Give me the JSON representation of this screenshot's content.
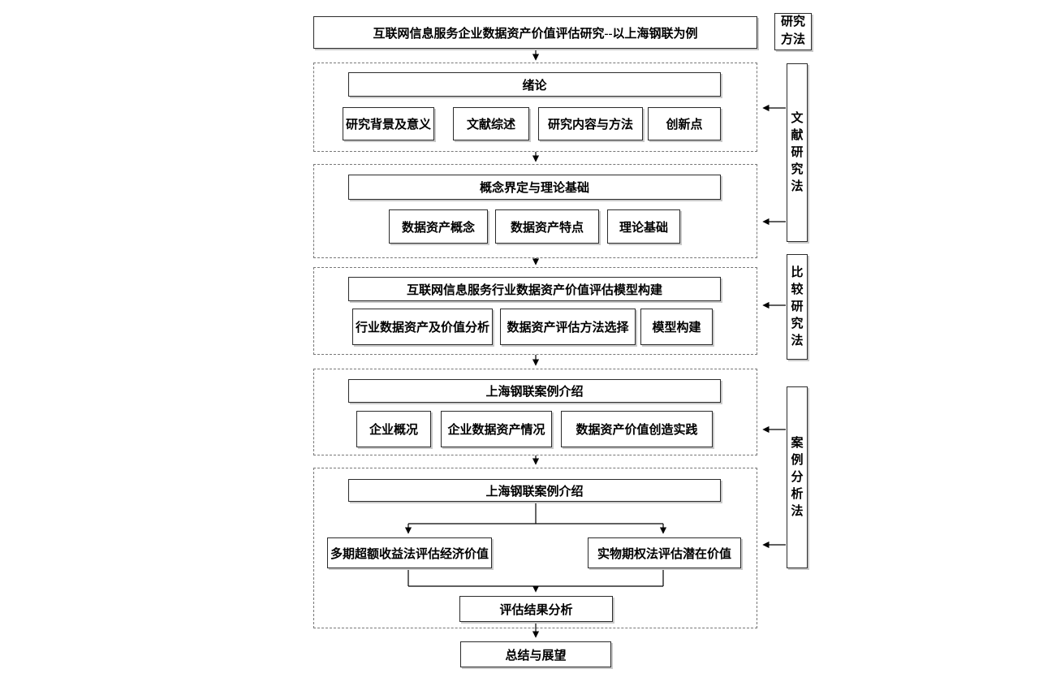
{
  "title": "互联网信息服务企业数据资产价值评估研究--以上海钢联为例",
  "legend_label": "研究方法",
  "methods": {
    "literature": "文献研究法",
    "comparative": "比较研究法",
    "case": "案例分析法"
  },
  "sections": [
    {
      "header": "绪论",
      "items": [
        "研究背景及意义",
        "文献综述",
        "研究内容与方法",
        "创新点"
      ]
    },
    {
      "header": "概念界定与理论基础",
      "items": [
        "数据资产概念",
        "数据资产特点",
        "理论基础"
      ]
    },
    {
      "header": "互联网信息服务行业数据资产价值评估模型构建",
      "items": [
        "行业数据资产及价值分析",
        "数据资产评估方法选择",
        "模型构建"
      ]
    },
    {
      "header": "上海钢联案例介绍",
      "items": [
        "企业概况",
        "企业数据资产情况",
        "数据资产价值创造实践"
      ]
    },
    {
      "header": "上海钢联案例介绍",
      "branches": [
        "多期超额收益法评估经济价值",
        "实物期权法评估潜在价值"
      ],
      "result": "评估结果分析"
    }
  ],
  "footer": "总结与展望",
  "colors": {
    "line": "#000000",
    "dashed_border": "#777777",
    "box_border": "#2b2b2b",
    "background": "#ffffff",
    "text": "#000000"
  }
}
